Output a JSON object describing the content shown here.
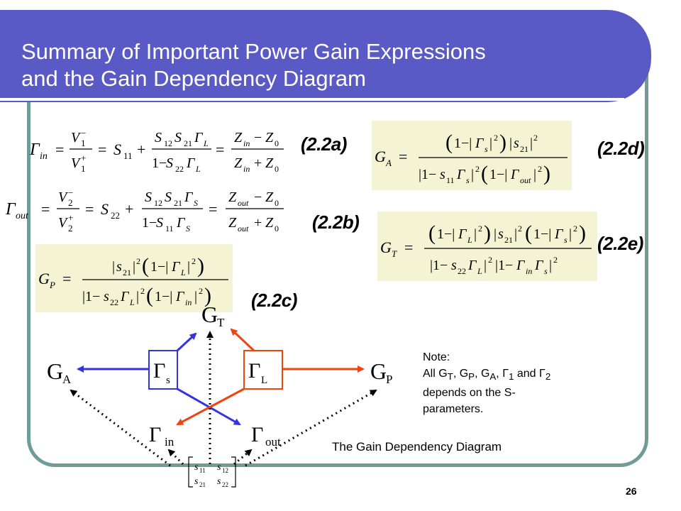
{
  "slide": {
    "title_line1": "Summary of Important Power Gain Expressions",
    "title_line2": "and the Gain Dependency Diagram",
    "page_number": "26"
  },
  "equations": {
    "eq_2_2a": {
      "label": "(2.2a)",
      "latex": "\\Gamma_{in} = \\frac{V_1^-}{V_1^+} = S_{11} + \\frac{S_{12}S_{21}\\Gamma_L}{1 - S_{22}\\Gamma_L} = \\frac{Z_{in} - Z_0}{Z_{in} + Z_0}"
    },
    "eq_2_2b": {
      "label": "(2.2b)",
      "latex": "\\Gamma_{out} = \\frac{V_2^-}{V_2^+} = S_{22} + \\frac{S_{12}S_{21}\\Gamma_S}{1 - S_{11}\\Gamma_S} = \\frac{Z_{out} - Z_0}{Z_{out} + Z_0}"
    },
    "eq_2_2c": {
      "label": "(2.2c)",
      "latex": "G_P = \\frac{|s_{21}|^2(1-|\\Gamma_L|^2)}{|1 - s_{22}\\Gamma_L|^2(1-|\\Gamma_{in}|^2)}"
    },
    "eq_2_2d": {
      "label": "(2.2d)",
      "latex": "G_A = \\frac{(1-|\\Gamma_s|^2)|s_{21}|^2}{|1 - s_{11}\\Gamma_s|^2(1-|\\Gamma_{out}|^2)}"
    },
    "eq_2_2e": {
      "label": "(2.2e)",
      "latex": "G_T = \\frac{(1-|\\Gamma_L|^2)|s_{21}|^2(1-|\\Gamma_s|^2)}{|1 - s_{22}\\Gamma_L|^2|1-\\Gamma_{in}\\Gamma_s|^2}"
    }
  },
  "diagram": {
    "caption": "The Gain Dependency Diagram",
    "nodes": {
      "gt": "G_T",
      "ga": "G_A",
      "gp": "G_P",
      "gamma_s": "Γ_s",
      "gamma_l": "Γ_L",
      "gamma_in": "Γ_in",
      "gamma_out": "Γ_out",
      "s_matrix": [
        [
          "s11",
          "s12"
        ],
        [
          "s21",
          "s22"
        ]
      ]
    },
    "colors": {
      "blue_arrow": "#3333e0",
      "red_arrow": "#ee4411",
      "dotted_arrow": "#000000"
    }
  },
  "note": {
    "line1": "Note:",
    "line2": "All G_T, G_P, G_A, Γ_1 and Γ_2",
    "line3": "depends on the S-",
    "line4": "parameters."
  },
  "colors": {
    "title_bar": "#5a5ac6",
    "frame": "#6f9b98",
    "equation_background": "#f4f4d4"
  }
}
